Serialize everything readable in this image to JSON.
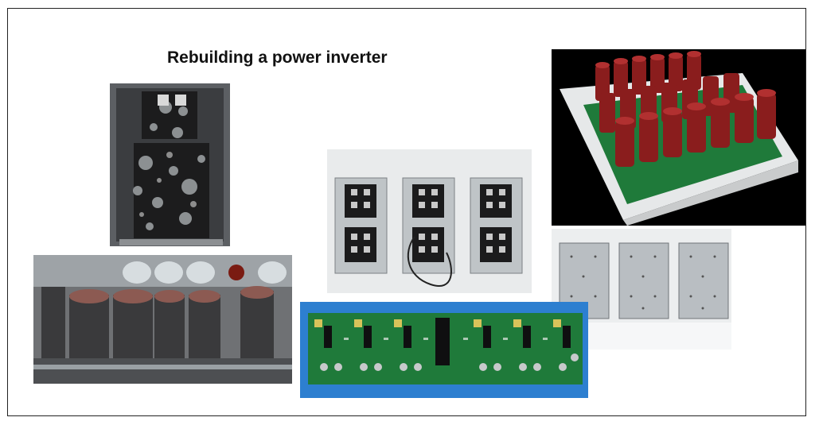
{
  "slide": {
    "title": "Rebuilding a power inverter"
  },
  "photos": [
    {
      "name": "burnt-igbt-module-photo"
    },
    {
      "name": "burnt-capacitor-bank-photo"
    },
    {
      "name": "new-igbt-modules-photo"
    },
    {
      "name": "new-capacitor-bank-photo"
    },
    {
      "name": "heatsink-plates-photo"
    },
    {
      "name": "driver-circuit-board-photo"
    }
  ],
  "colors": {
    "background": "#ffffff",
    "frame": "#222222",
    "capacitor_red": "#8a1d1d",
    "pcb_green": "#1f7a3a",
    "pcb_backdrop": "#2d7fd0"
  }
}
